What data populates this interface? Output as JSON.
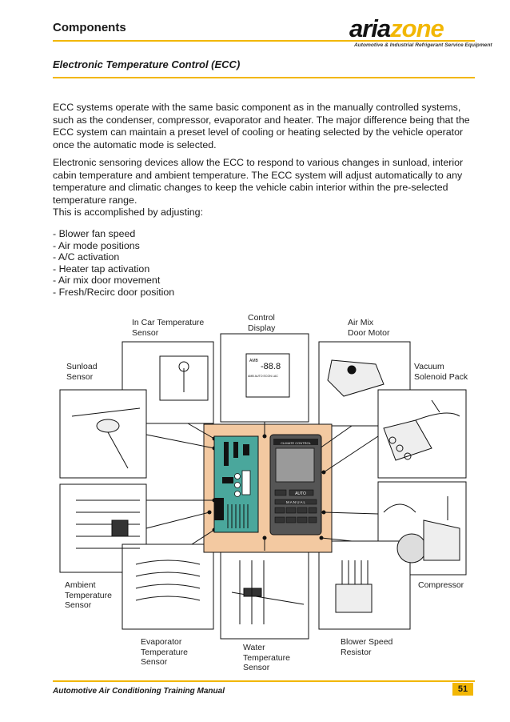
{
  "header": {
    "section_title": "Components",
    "logo_aria": "aria",
    "logo_zone": "zone",
    "logo_tagline": "Automotive & Industrial Refrigerant Service Equipment"
  },
  "subtitle": "Electronic Temperature Control (ECC)",
  "paragraphs": [
    "ECC systems operate with the same basic component as in the manually controlled systems, such as the condenser, compressor, evaporator and heater. The major difference being that the ECC system can maintain a preset level of cooling or heating selected by the vehicle operator once the automatic mode is selected.",
    "Electronic sensoring devices allow the ECC to respond to various changes in sunload, interior cabin temperature and ambient temperature. The ECC system will adjust automatically to any temperature and climatic changes to keep the vehicle cabin interior within the pre-selected temperature range.",
    "This is accomplished by adjusting:"
  ],
  "adjust_list": [
    "- Blower fan speed",
    "- Air mode positions",
    "- A/C activation",
    "- Heater tap activation",
    "- Air mix door movement",
    "- Fresh/Recirc door position"
  ],
  "component_labels": {
    "in_car_temp": "In Car Temperature\nSensor",
    "control_display": "Control\nDisplay",
    "air_mix_motor": "Air Mix\nDoor Motor",
    "sunload": "Sunload\nSensor",
    "vacuum_pack": "Vacuum\nSolenoid Pack",
    "ambient": "Ambient\nTemperature\nSensor",
    "compressor": "Compressor",
    "evaporator": "Evaporator\nTemperature\nSensor",
    "water_temp": "Water\nTemperature\nSensor",
    "blower_resistor": "Blower Speed\nResistor"
  },
  "display_readout": {
    "amb": "AMB",
    "value": "-88.8",
    "mode_text": "AMB AUTO ECON LAC",
    "panel_title": "CLIMATE CONTROL",
    "auto_button": "AUTO",
    "manual_button": "M A N U A L"
  },
  "colors": {
    "accent": "#f2b705",
    "module_board": "#f3c9a1",
    "circuit_board": "#4aa79c"
  },
  "footer": {
    "manual_title": "Automotive Air Conditioning Training Manual",
    "page_number": "51"
  }
}
